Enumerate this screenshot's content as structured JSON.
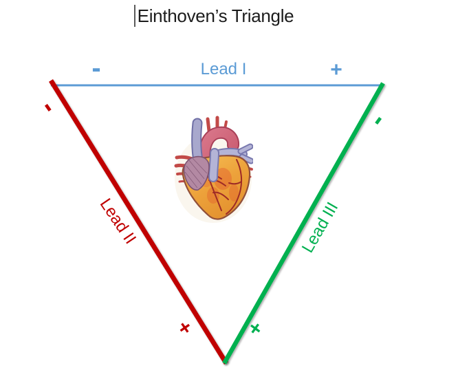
{
  "title": "Einthoven’s Triangle",
  "diagram": {
    "name": "einthoven-triangle",
    "leads": [
      {
        "id": "lead1",
        "label": "Lead I",
        "minus": "-",
        "plus": "+",
        "color": "#5B9BD5",
        "position": "top"
      },
      {
        "id": "lead2",
        "label": "Lead II",
        "minus": "-",
        "plus": "+",
        "color": "#C00000",
        "position": "left"
      },
      {
        "id": "lead3",
        "label": "Lead III",
        "minus": "-",
        "plus": "+",
        "color": "#00B050",
        "position": "right"
      }
    ],
    "center_icon": "anatomical-heart-illustration"
  }
}
